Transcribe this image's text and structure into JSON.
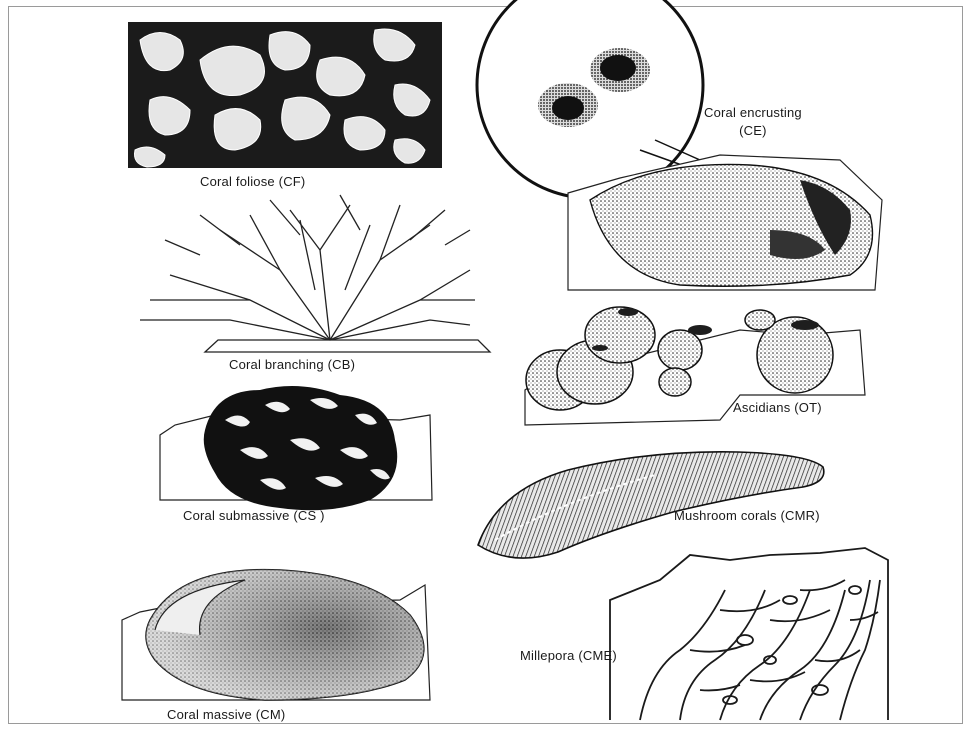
{
  "labels": {
    "cf": "Coral foliose (CF)",
    "ce": "Coral encrusting\n(CE)",
    "cb": "Coral branching  (CB)",
    "ot": "Ascidians (OT)",
    "cs": "Coral submassive (CS )",
    "cmr": "Mushroom corals (CMR)",
    "cme": "Millepora (CME)",
    "cm": "Coral massive (CM)"
  }
}
